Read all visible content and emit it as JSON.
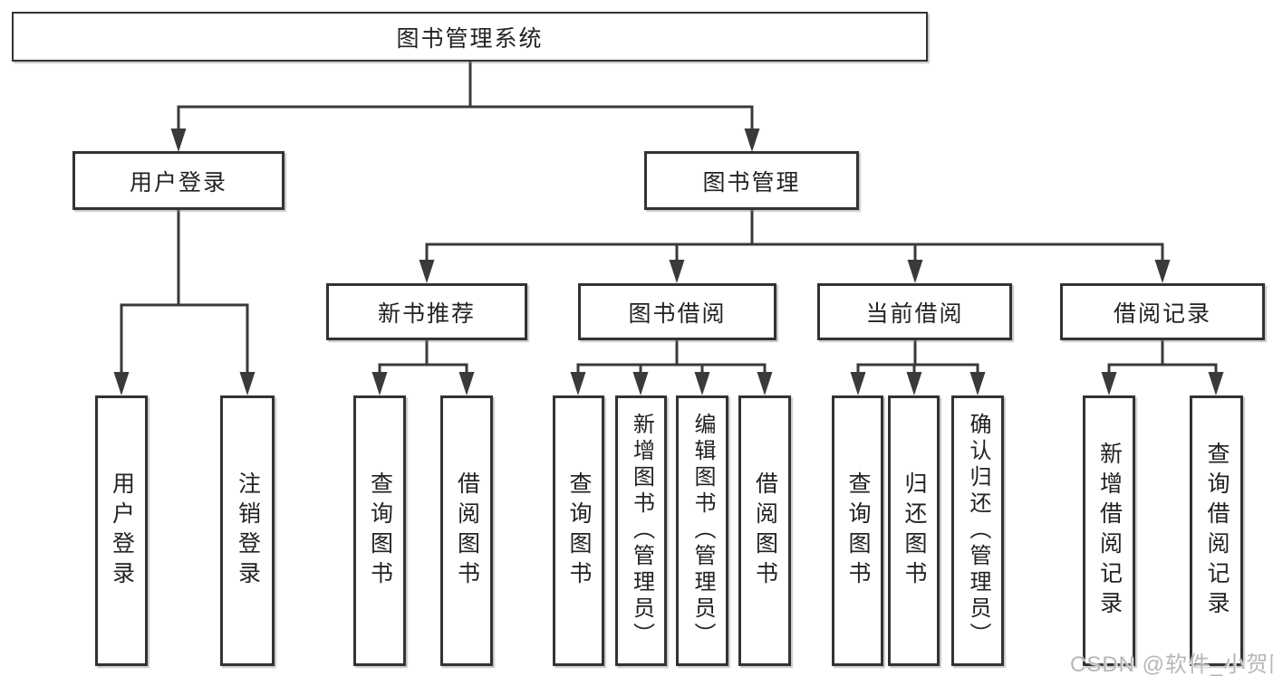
{
  "diagram": {
    "root": {
      "label": "图书管理系统"
    },
    "branches": [
      {
        "label": "用户登录",
        "children": [
          {
            "label": "用户登录"
          },
          {
            "label": "注销登录"
          }
        ]
      },
      {
        "label": "图书管理",
        "children": [
          {
            "label": "新书推荐",
            "children": [
              {
                "label": "查询图书"
              },
              {
                "label": "借阅图书"
              }
            ]
          },
          {
            "label": "图书借阅",
            "children": [
              {
                "label": "查询图书"
              },
              {
                "label": "新增图书（管理员）"
              },
              {
                "label": "编辑图书（管理员）"
              },
              {
                "label": "借阅图书"
              }
            ]
          },
          {
            "label": "当前借阅",
            "children": [
              {
                "label": "查询图书"
              },
              {
                "label": "归还图书"
              },
              {
                "label": "确认归还（管理员）"
              }
            ]
          },
          {
            "label": "借阅记录",
            "children": [
              {
                "label": "新增借阅记录"
              },
              {
                "label": "查询借阅记录"
              }
            ]
          }
        ]
      }
    ]
  },
  "watermark": {
    "text": "CSDN @软件_小贺同学",
    "color": "#b7b7b7"
  },
  "colors": {
    "line": "#3a3a3a",
    "box_border": "#333333",
    "text": "#222222",
    "background": "#ffffff"
  }
}
